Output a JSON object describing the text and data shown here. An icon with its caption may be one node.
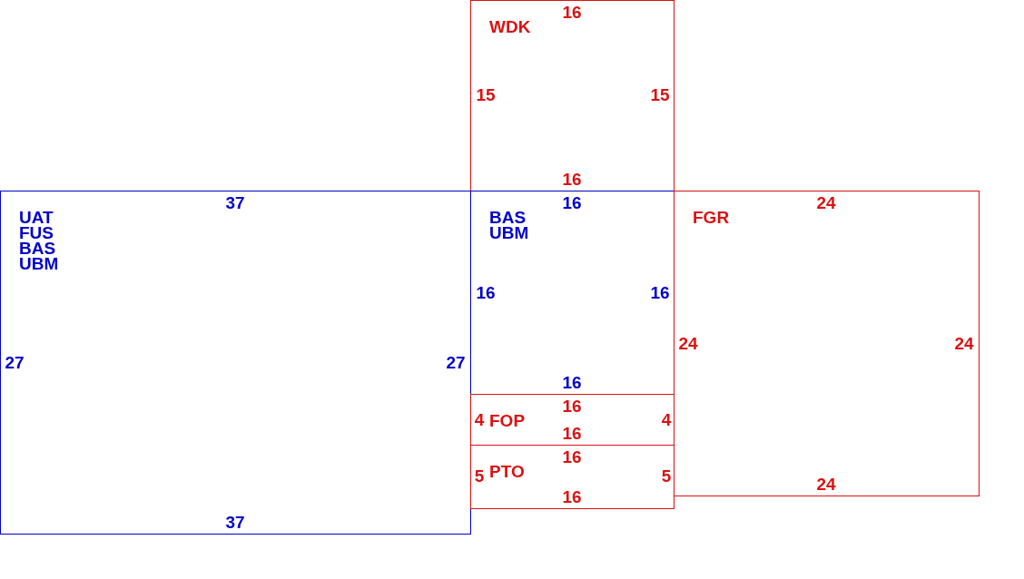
{
  "diagram": {
    "nodes": [
      {
        "text": [
          "WDK",
          "16",
          "15",
          "15",
          "16"
        ]
      },
      {
        "text": [
          "UAT",
          "FUS",
          "BAS",
          "UBM",
          "37",
          "27",
          "27",
          "37"
        ]
      },
      {
        "text": [
          "BAS",
          "UBM",
          "16",
          "16",
          "16",
          "16"
        ]
      },
      {
        "text": [
          "FGR",
          "24",
          "24",
          "24",
          "24"
        ]
      },
      {
        "text": [
          "FOP",
          "16",
          "4",
          "4",
          "16"
        ]
      },
      {
        "text": [
          "PTO",
          "16",
          "5",
          "5",
          "16"
        ]
      }
    ]
  }
}
